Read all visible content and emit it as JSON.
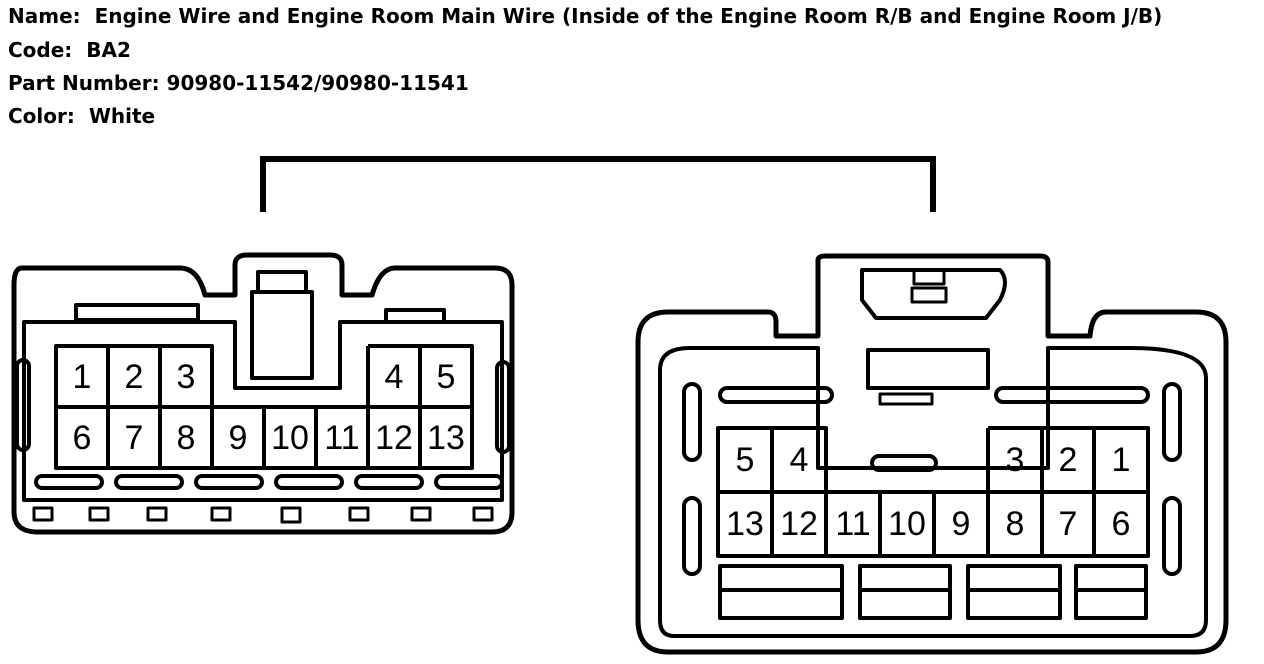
{
  "header": {
    "name_label": "Name:",
    "name_value": "Engine Wire and Engine Room Main Wire (Inside of the Engine Room R/B and Engine Room J/B)",
    "code_label": "Code:",
    "code_value": "BA2",
    "part_label": "Part Number:",
    "part_value": "90980-11542/90980-11541",
    "color_label": "Color:",
    "color_value": "White"
  },
  "left_connector": {
    "top_row": [
      "1",
      "2",
      "3",
      "4",
      "5"
    ],
    "bottom_row": [
      "6",
      "7",
      "8",
      "9",
      "10",
      "11",
      "12",
      "13"
    ]
  },
  "right_connector": {
    "top_row": [
      "5",
      "4",
      "3",
      "2",
      "1"
    ],
    "bottom_row": [
      "13",
      "12",
      "11",
      "10",
      "9",
      "8",
      "7",
      "6"
    ]
  }
}
